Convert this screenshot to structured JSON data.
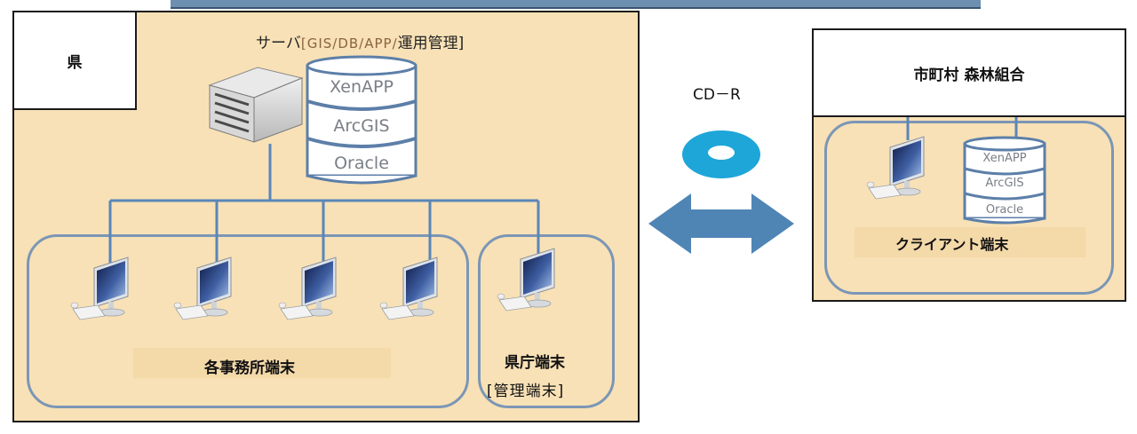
{
  "left_area": {
    "region_label": "県",
    "server_caption_prefix": "サーバ",
    "server_caption_mid": "[GIS/DB/APP/",
    "server_caption_suffix": "運用管理]",
    "server_stack": [
      "XenAPP",
      "ArcGIS",
      "Oracle"
    ],
    "offices_caption": "各事務所端末",
    "pref_caption_line1": "県庁端末",
    "pref_caption_line2": "[管理端末]"
  },
  "transfer": {
    "media_label": "CD－R"
  },
  "right_area": {
    "org_label": "市町村 森林組合",
    "client_stack": [
      "XenAPP",
      "ArcGIS",
      "Oracle"
    ],
    "client_caption": "クライアント端末"
  },
  "colors": {
    "panel_fill": "#f8e1b6",
    "frame_blue": "#7b96b6",
    "line_blue": "#5a86b8",
    "disc_blue": "#1ea6d8",
    "arrow_blue": "#4f85b5"
  }
}
